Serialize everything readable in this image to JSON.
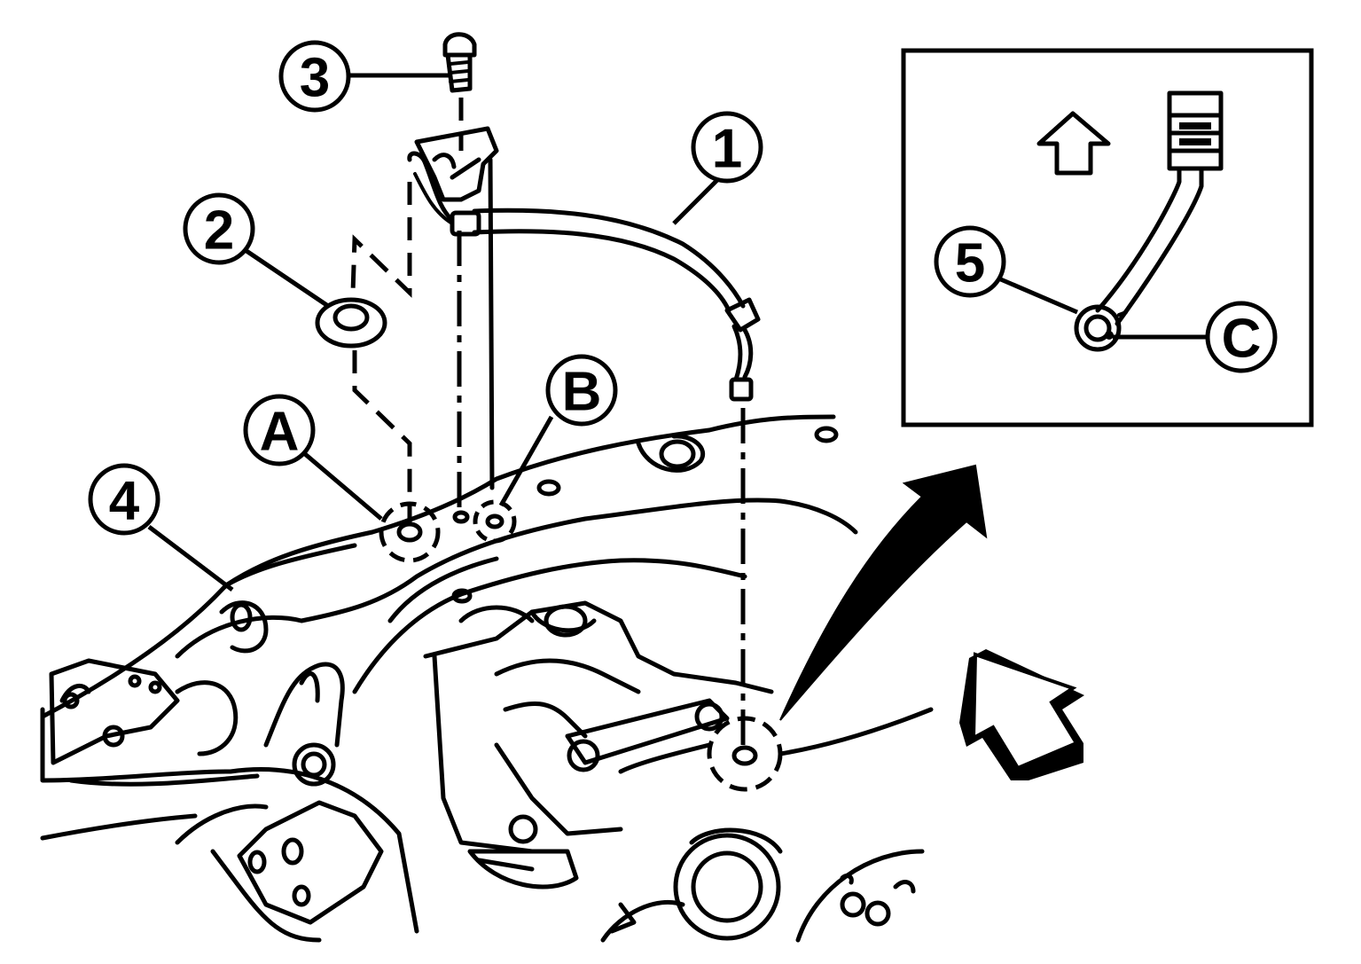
{
  "callouts": {
    "c1": "1",
    "c2": "2",
    "c3": "3",
    "c4": "4",
    "c5": "5",
    "ca": "A",
    "cb": "B",
    "cc": "C"
  },
  "icons": {
    "view_direction": "front-arrow-icon",
    "detail_pointer": "curved-arrow-icon",
    "up_arrow": "up-arrow-icon"
  }
}
